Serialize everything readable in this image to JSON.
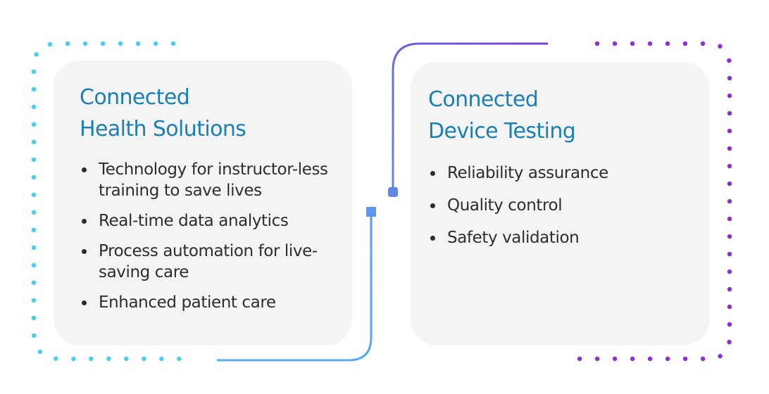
{
  "colors": {
    "title": "#1a7fb4",
    "text": "#2d2d2d",
    "card_background": "#f4f4f5",
    "dots_cyan": "#49cdf0",
    "dots_purple": "#8e2fd1",
    "connector_start": "#4cc3f0",
    "connector_mid": "#5d8ee8",
    "connector_end": "#7250d6"
  },
  "cards": [
    {
      "title_lines": [
        "Connected",
        "Health Solutions"
      ],
      "items": [
        "Technology for instructor-less training to save lives",
        "Real-time data analytics",
        "Process automation for live-saving care",
        "Enhanced patient care"
      ]
    },
    {
      "title_lines": [
        "Connected",
        "Device Testing"
      ],
      "items": [
        "Reliability assurance",
        "Quality control",
        "Safety validation"
      ]
    }
  ]
}
